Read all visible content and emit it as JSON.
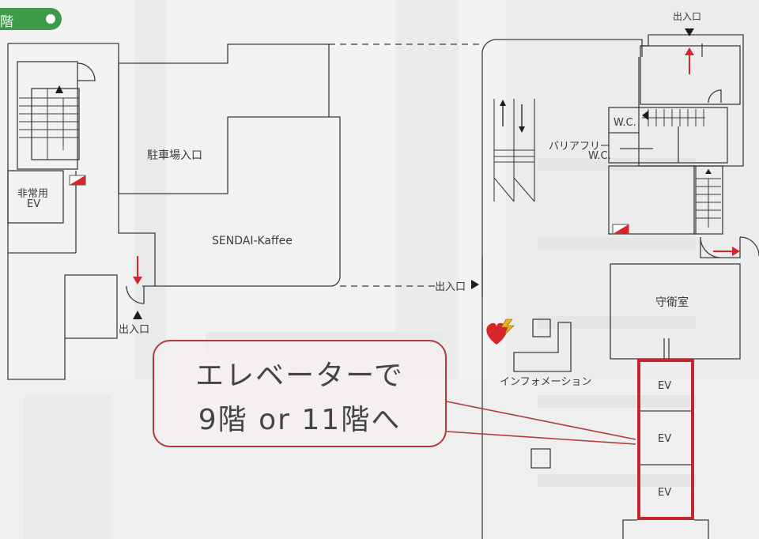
{
  "floor_tag": "階",
  "callout": {
    "line1": "エレベーターで",
    "line2": "9階 or 11階へ"
  },
  "labels": {
    "parking_entrance": "駐車場入口",
    "emergency_ev_line1": "非常用",
    "emergency_ev_line2": "EV",
    "cafe": "SENDAI-Kaffee",
    "entrance_top_right": "出入口",
    "entrance_center": "出入口",
    "entrance_left": "出入口",
    "wc": "W.C.",
    "barrier_free_line1": "バリアフリー",
    "barrier_free_line2": "W.C.",
    "guard_room": "守衛室",
    "information": "インフォメーション",
    "ev1": "EV",
    "ev2": "EV",
    "ev3": "EV"
  },
  "colors": {
    "floor_tag_green": "#3c9a4a",
    "highlight_red": "#c0282d",
    "arrow_red": "#d8242c",
    "line_gray": "#3d3d3d"
  },
  "icons": {
    "aed": "aed-heart-icon",
    "fire_extinguisher": "fire-extinguisher-icon"
  }
}
